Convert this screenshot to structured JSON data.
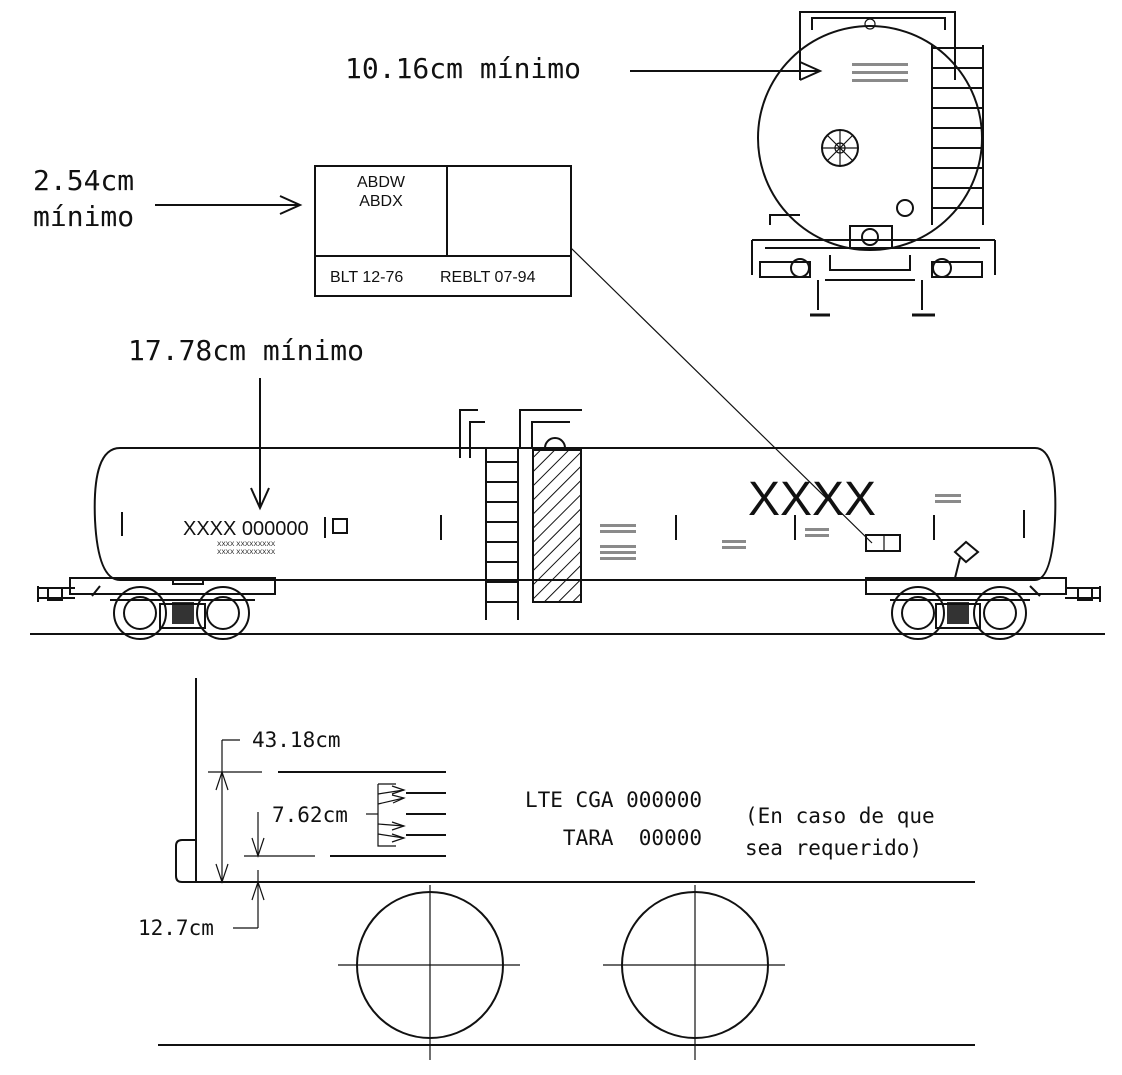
{
  "labels": {
    "top_dim": "10.16cm mínimo",
    "mid_dim_1": "2.54cm",
    "mid_dim_2": "mínimo",
    "side_dim": "17.78cm mínimo",
    "dim_4318": "43.18cm",
    "dim_762": "7.62cm",
    "dim_127": "12.7cm"
  },
  "detail_box": {
    "line1": "ABDW",
    "line2": "ABDX",
    "built": "BLT 12-76",
    "rebuilt": "REBLT 07-94"
  },
  "car_side": {
    "big_mark": "XXXX",
    "reporting_mark": "XXXX 000000",
    "small_line_1": "XXXX XXXXXXXXX",
    "small_line_2": "XXXX XXXXXXXXX"
  },
  "lower": {
    "lte_line": "LTE CGA 000000",
    "tara_line": "TARA  00000",
    "note_1": "(En caso de que",
    "note_2": "sea requerido)"
  }
}
